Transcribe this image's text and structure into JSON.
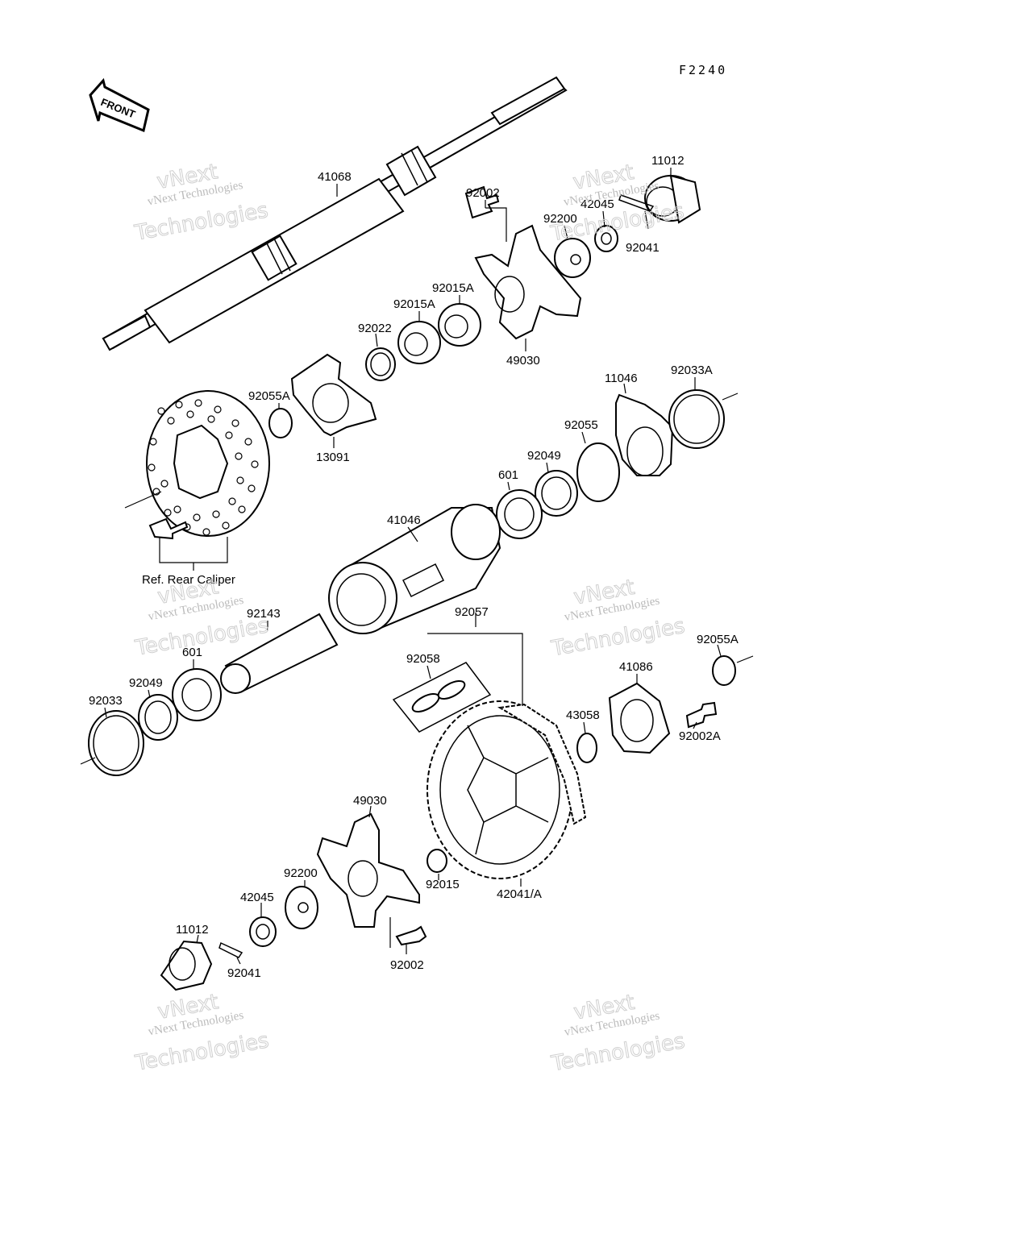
{
  "figure_code": "F2240",
  "front_label": "FRONT",
  "ref_label": "Ref. Rear Caliper",
  "watermark": {
    "line1": "vNext Technologies",
    "line2": "vNext",
    "line3": "Technologies"
  },
  "parts": {
    "shaft": "41068",
    "cap_top": "11012",
    "bolt_top": "92002",
    "washer_top": "92200",
    "nut_top": "42045",
    "pin_top": "92041",
    "nut_a1": "92015A",
    "nut_a2": "92015A",
    "ring_92022": "92022",
    "hub_top": "49030",
    "ring_92055A_l": "92055A",
    "flange_13091": "13091",
    "plate_11046": "11046",
    "circlip_92033A": "92033A",
    "oring_92055": "92055",
    "seal_92049_r": "92049",
    "bearing_601_r": "601",
    "housing_41046": "41046",
    "sleeve_92143": "92143",
    "bearing_601_l": "601",
    "seal_92049_l": "92049",
    "circlip_92033": "92033",
    "chain_92057": "92057",
    "link_92058": "92058",
    "ring_92055A_r": "92055A",
    "coupling_41086": "41086",
    "ring_43058": "43058",
    "bolt_92002A": "92002A",
    "hub_bottom": "49030",
    "washer_bottom": "92200",
    "nut_bottom": "42045",
    "nut_92015": "92015",
    "sprocket": "42041/A",
    "cap_bottom": "11012",
    "pin_bottom": "92041",
    "bolt_bottom": "92002"
  }
}
